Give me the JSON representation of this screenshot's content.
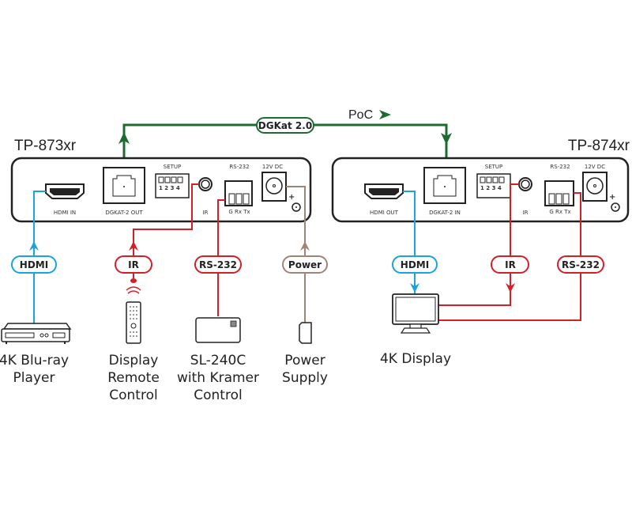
{
  "colors": {
    "green": "#1e6b32",
    "blue": "#1aa3dc",
    "red": "#d32027",
    "brown": "#a08478",
    "outline": "#222222"
  },
  "link": {
    "label": "DGKat 2.0",
    "poc_label": "PoC"
  },
  "transmitter": {
    "title": "TP-873xr",
    "ports": {
      "hdmi": "HDMI IN",
      "dgkat": "DGKAT-2 OUT",
      "setup": "SETUP",
      "dip_numbers": "1 2 3 4",
      "ir": "IR",
      "rs232": "RS-232",
      "rs232_pins": "G Rx Tx",
      "power": "12V DC"
    },
    "connections": {
      "hdmi": "HDMI",
      "ir": "IR",
      "rs232": "RS-232",
      "power": "Power"
    },
    "devices": {
      "bluray": [
        "4K Blu-ray",
        "Player"
      ],
      "remote": [
        "Display",
        "Remote",
        "Control"
      ],
      "controller": [
        "SL-240C",
        "with Kramer",
        "Control"
      ],
      "psu": [
        "Power",
        "Supply"
      ]
    }
  },
  "receiver": {
    "title": "TP-874xr",
    "ports": {
      "hdmi": "HDMI OUT",
      "dgkat": "DGKAT-2 IN",
      "setup": "SETUP",
      "dip_numbers": "1 2 3 4",
      "ir": "IR",
      "rs232": "RS-232",
      "rs232_pins": "G Rx Tx",
      "power": "12V DC"
    },
    "connections": {
      "hdmi": "HDMI",
      "ir": "IR",
      "rs232": "RS-232"
    },
    "devices": {
      "display": [
        "4K Display"
      ]
    }
  }
}
